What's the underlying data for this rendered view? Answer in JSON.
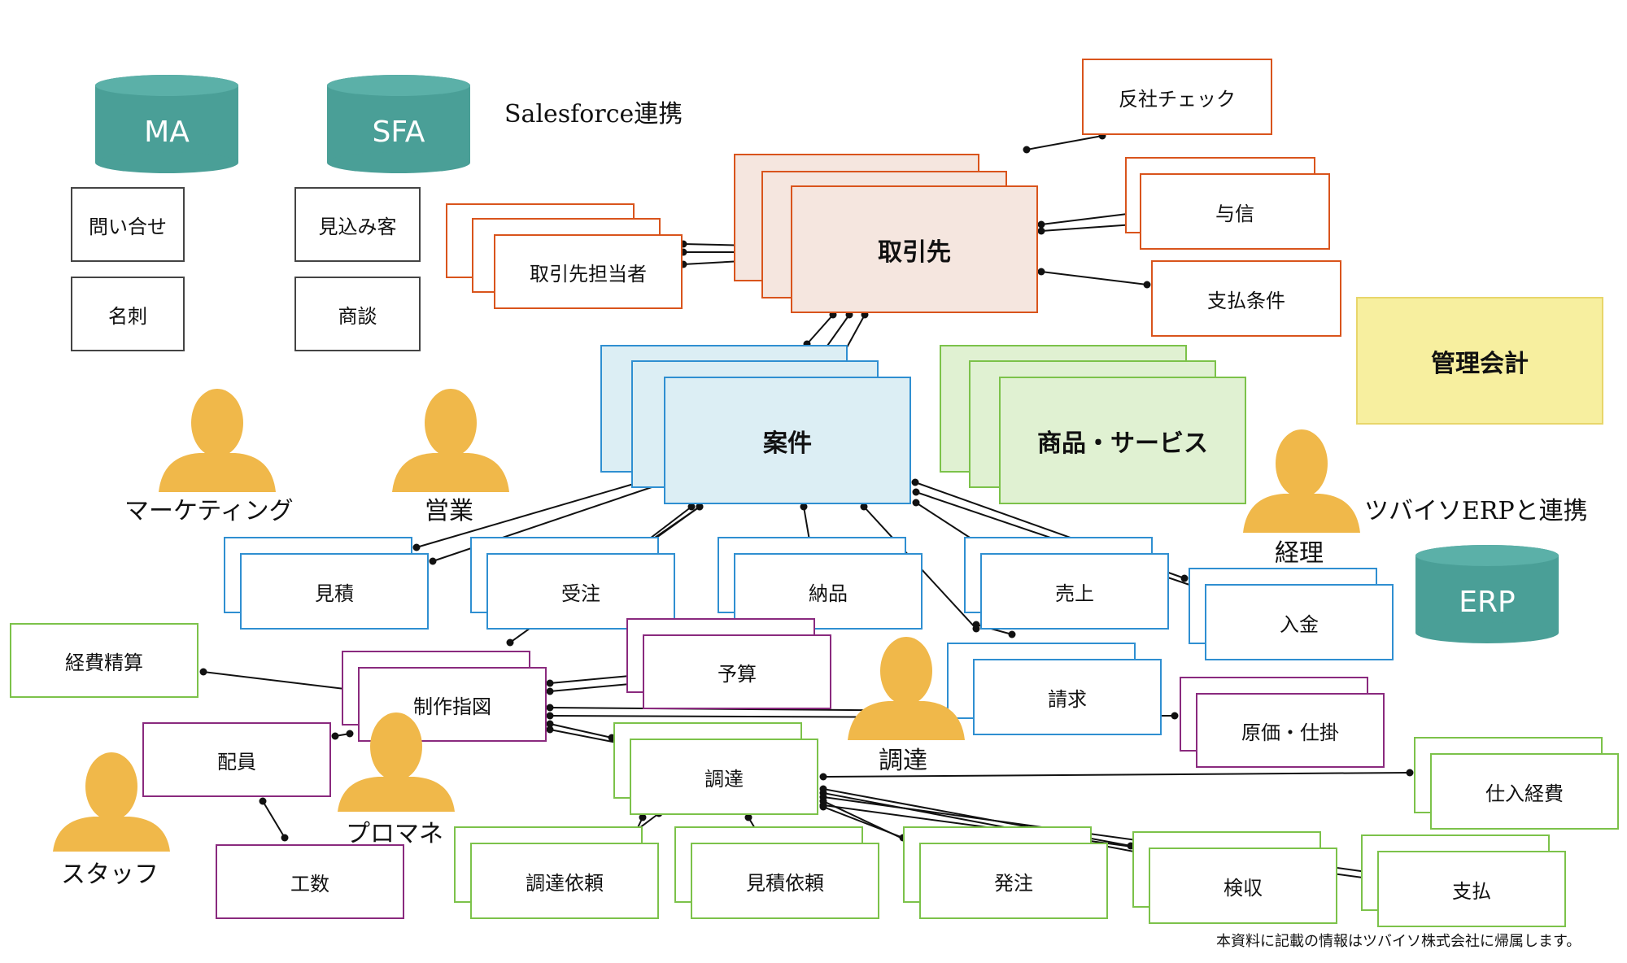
{
  "colors": {
    "orange": "#d9541c",
    "blue": "#2f8fd1",
    "green": "#7cc24a",
    "purple": "#8a2a7e",
    "db_teal": "#4a9f97",
    "person_gold": "#f0b84a",
    "torihikisaki_fill": "#f5e6df",
    "anken_fill": "#dceef4",
    "shohin_fill": "#e0f1d2",
    "kanri_fill": "#f7ef9f"
  },
  "databases": {
    "ma": "MA",
    "sfa": "SFA",
    "erp": "ERP"
  },
  "headings": {
    "salesforce": "Salesforce連携",
    "tsubaiso": "ツバイソERPと連携"
  },
  "gray_boxes": {
    "toiawase": "問い合せ",
    "meishi": "名刺",
    "mikomi": "見込み客",
    "shodan": "商談"
  },
  "entities": {
    "torihikisaki": "取引先",
    "torihikisaki_tanto": "取引先担当者",
    "hansha": "反社チェック",
    "yoshin": "与信",
    "shiharai_joken": "支払条件",
    "kanri_kaikei": "管理会計",
    "anken": "案件",
    "shohin": "商品・サービス",
    "mitsumori": "見積",
    "juchu": "受注",
    "nohin": "納品",
    "uriage": "売上",
    "nyukin": "入金",
    "seikyu": "請求",
    "keihi": "経費精算",
    "seisaku": "制作指図",
    "yosan": "予算",
    "genka": "原価・仕掛",
    "haiin": "配員",
    "kosu": "工数",
    "chotatsu": "調達",
    "shiire": "仕入経費",
    "chotatsu_irai": "調達依頼",
    "mitsumori_irai": "見積依頼",
    "hatchu": "発注",
    "kenshu": "検収",
    "shiharai": "支払"
  },
  "roles": {
    "marketing": "マーケティング",
    "eigyo": "営業",
    "keiri": "経理",
    "chotatsu": "調達",
    "puromane": "プロマネ",
    "staff": "スタッフ"
  },
  "footer": "本資料に記載の情報はツバイソ株式会社に帰属します。"
}
